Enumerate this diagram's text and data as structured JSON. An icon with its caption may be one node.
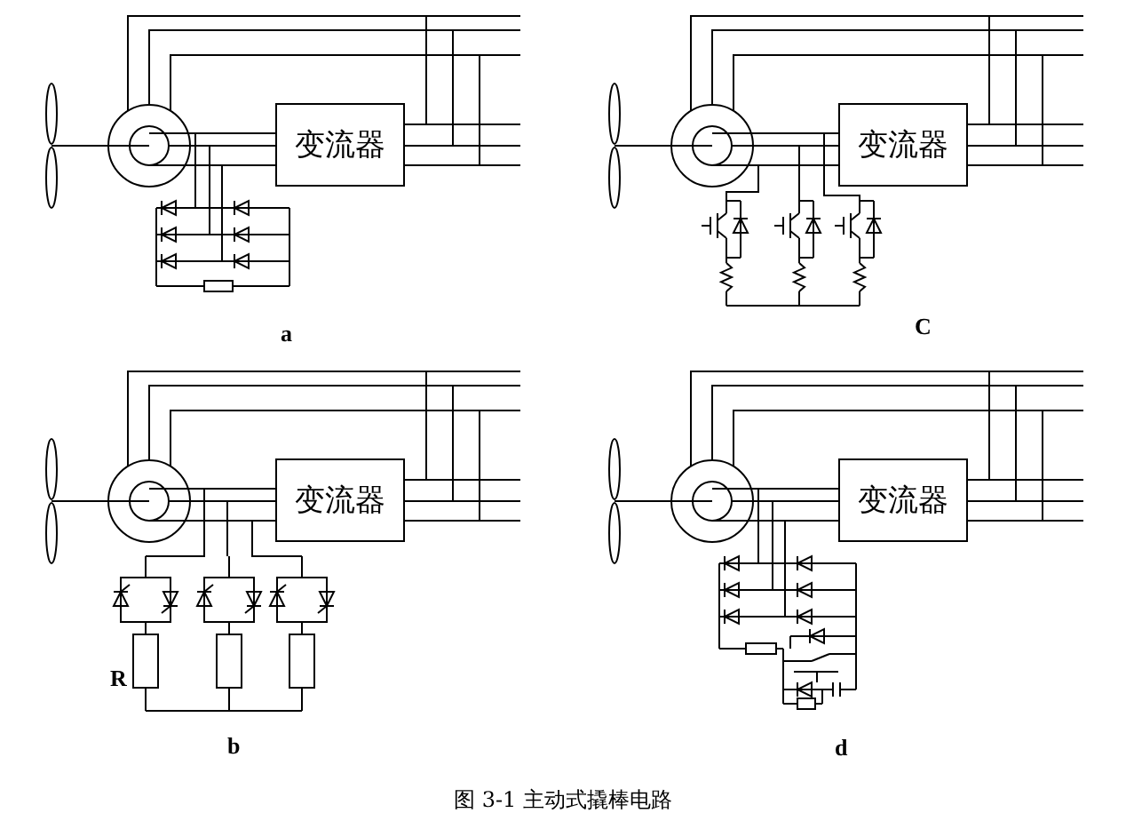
{
  "diagram": {
    "caption": "图 3-1  主动式撬棒电路",
    "nodes": [
      {
        "text": [
          "变流器"
        ]
      },
      {
        "text": [
          "变流器"
        ]
      },
      {
        "text": [
          "变流器"
        ]
      },
      {
        "text": [
          "变流器"
        ]
      }
    ],
    "labels": [
      "a",
      "C",
      "R",
      "b",
      "d"
    ]
  }
}
